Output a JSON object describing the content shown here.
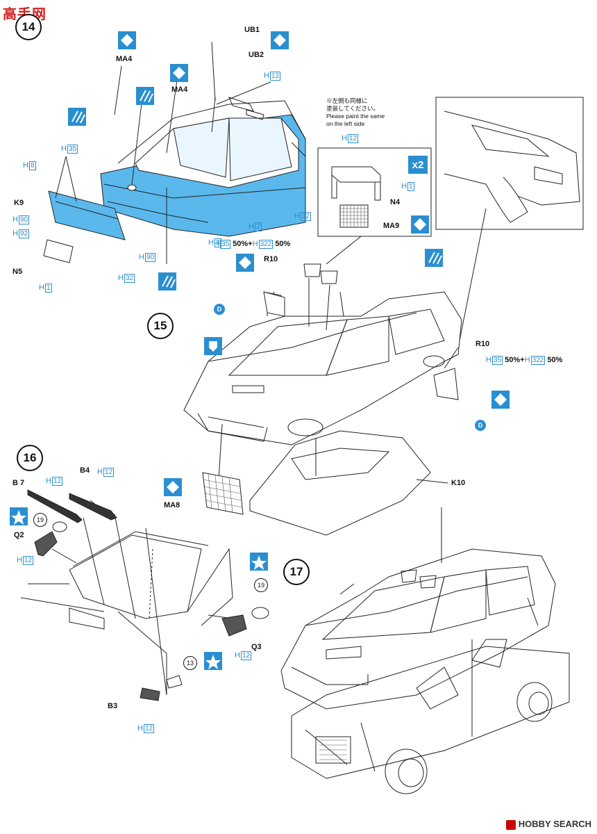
{
  "watermarks": {
    "top_left": "高手网",
    "bottom_right": "HOBBY SEARCH"
  },
  "steps": {
    "s14": "14",
    "s15": "15",
    "s16": "16",
    "s17": "17"
  },
  "parts": {
    "ub1": "UB1",
    "ub2": "UB2",
    "ma4a": "MA4",
    "ma4b": "MA4",
    "k9": "K9",
    "n5": "N5",
    "n4": "N4",
    "ma9": "MA9",
    "r10a": "R10",
    "r10b": "R10",
    "ma8": "MA8",
    "k10": "K10",
    "b7": "B 7",
    "b4": "B4",
    "q2": "Q2",
    "q3": "Q3",
    "b3": "B3"
  },
  "paint_codes": {
    "h12": "12",
    "h35": "35",
    "h8": "8",
    "h90": "90",
    "h92": "92",
    "h1": "1",
    "h32": "32",
    "h2": "2",
    "h322": "322",
    "prefix": "H"
  },
  "mix_text": {
    "pct": "50%",
    "plus": "+"
  },
  "note": {
    "jp_line1": "※左側も同様に",
    "jp_line2": "塗装してください。",
    "en_line1": "Please paint the same",
    "en_line2": "on the left side"
  },
  "quantity": "x2",
  "decal_numbers": {
    "n19a": "19",
    "n19b": "19",
    "n13": "13"
  },
  "marker_letters": {
    "d": "D"
  },
  "colors": {
    "accent_blue": "#2a8fd0",
    "body_blue": "#5ab8ec",
    "ink": "#111111"
  },
  "icons": [
    "diamond-icon",
    "decal-icon",
    "star-icon",
    "pin-icon",
    "d-marker-icon"
  ]
}
